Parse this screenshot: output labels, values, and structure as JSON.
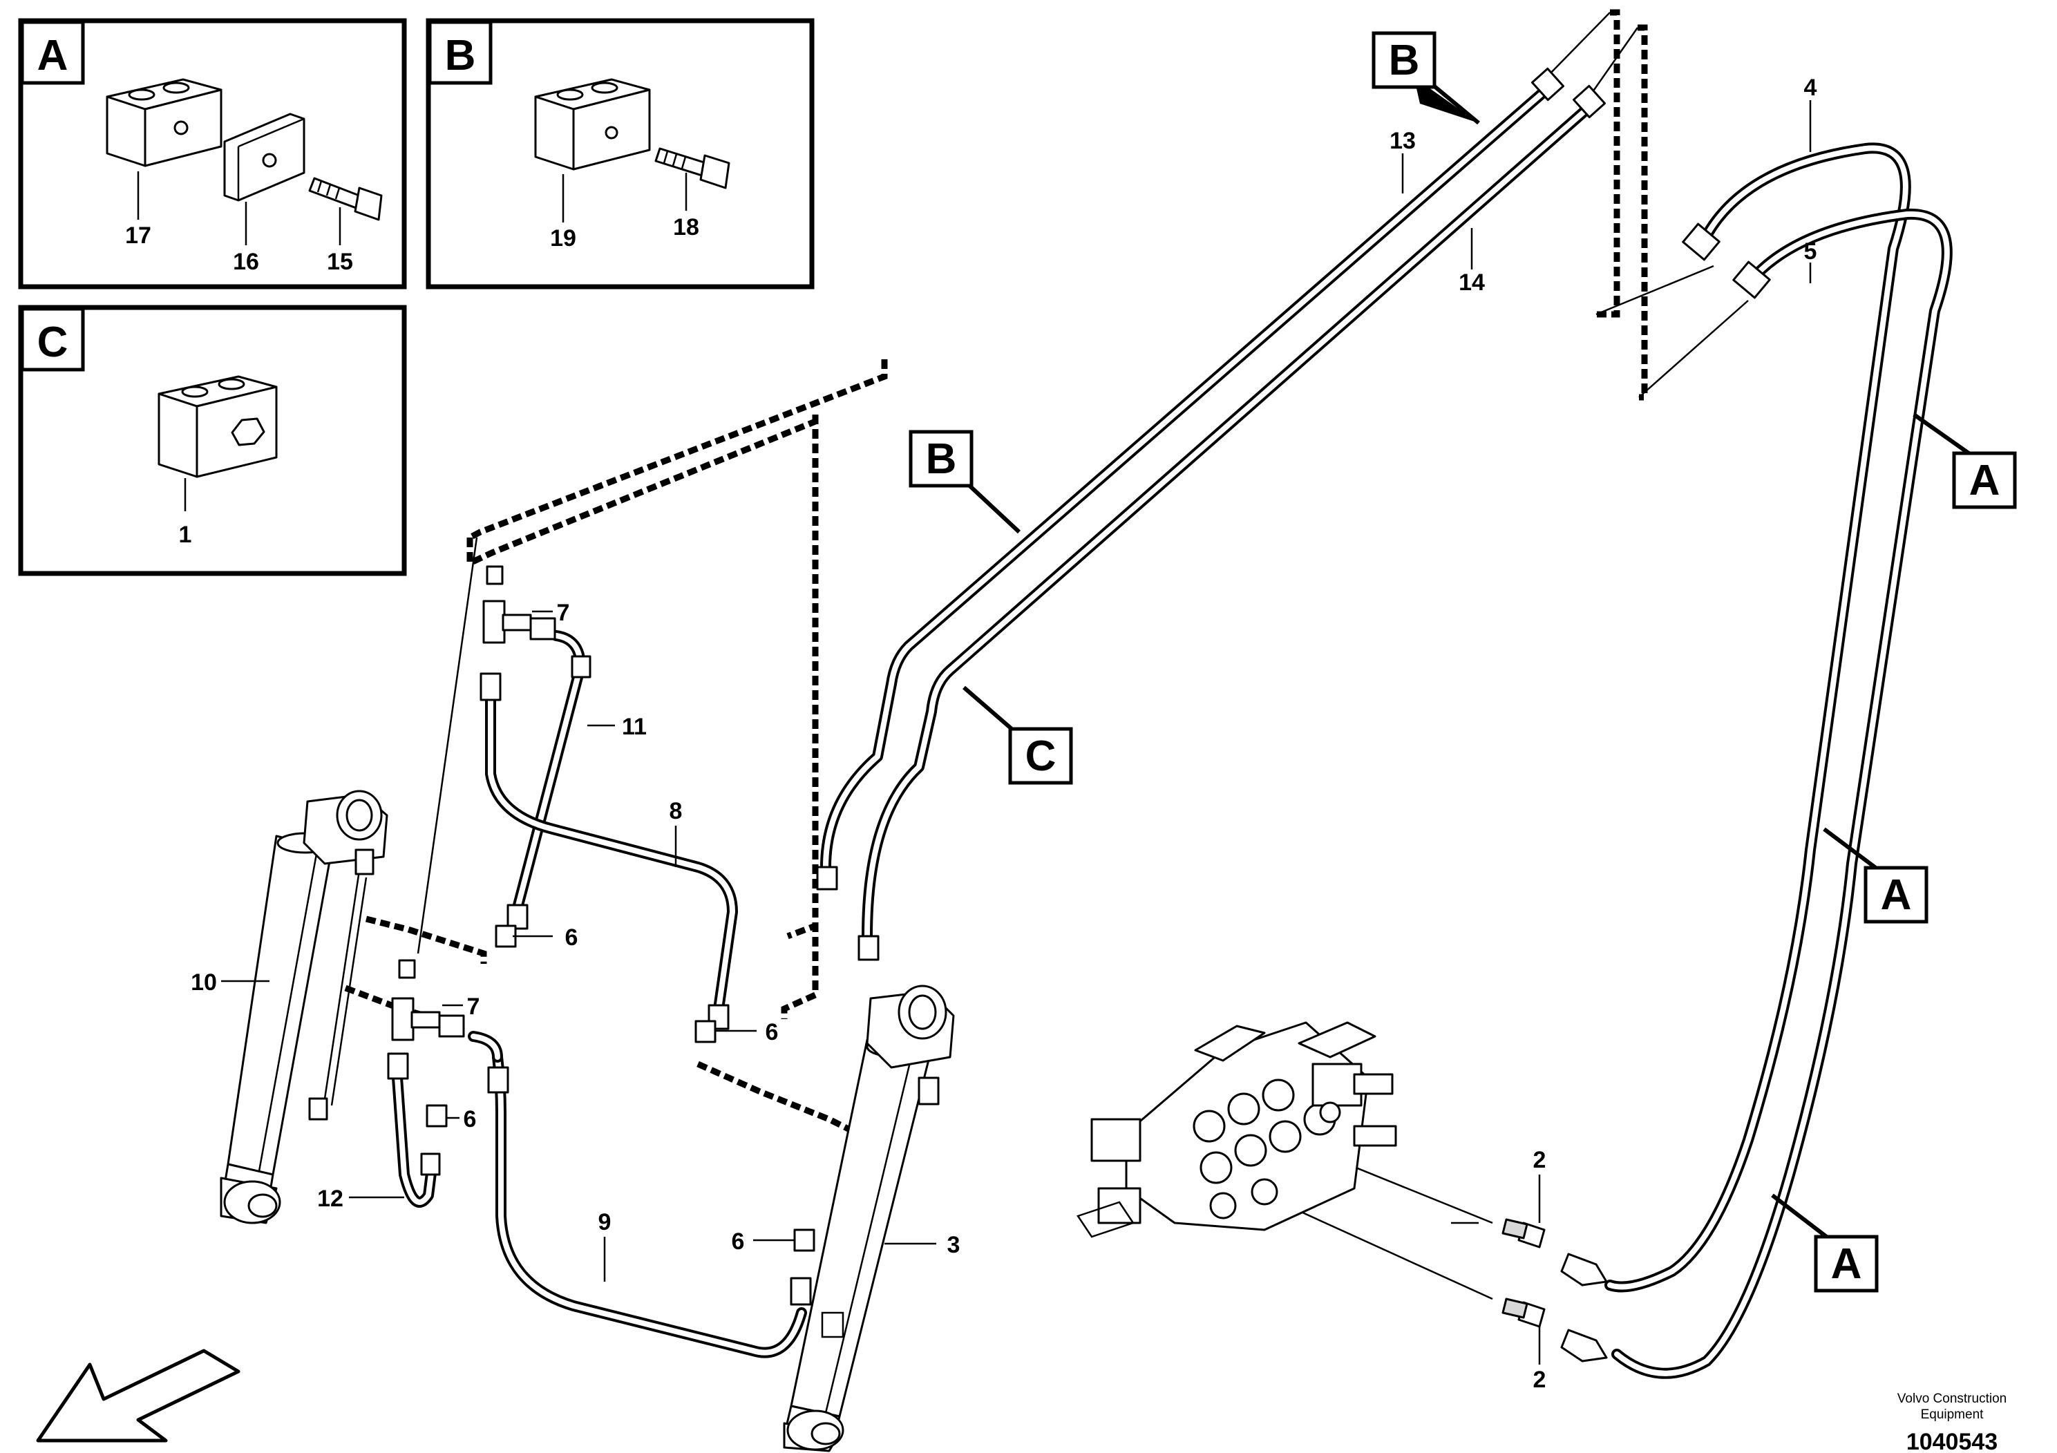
{
  "detail_panels": [
    {
      "letter": "A",
      "parts": [
        "17",
        "16",
        "15"
      ]
    },
    {
      "letter": "B",
      "parts": [
        "19",
        "18"
      ]
    },
    {
      "letter": "C",
      "parts": [
        "1"
      ]
    }
  ],
  "callout_letters": [
    "B",
    "B",
    "C",
    "A",
    "A",
    "A"
  ],
  "part_numbers": [
    "4",
    "5",
    "13",
    "14",
    "7",
    "7",
    "11",
    "8",
    "6",
    "6",
    "6",
    "6",
    "10",
    "12",
    "9",
    "3",
    "2",
    "2"
  ],
  "footer": {
    "credit_line1": "Volvo Construction",
    "credit_line2": "Equipment",
    "document_number": "1040543"
  }
}
